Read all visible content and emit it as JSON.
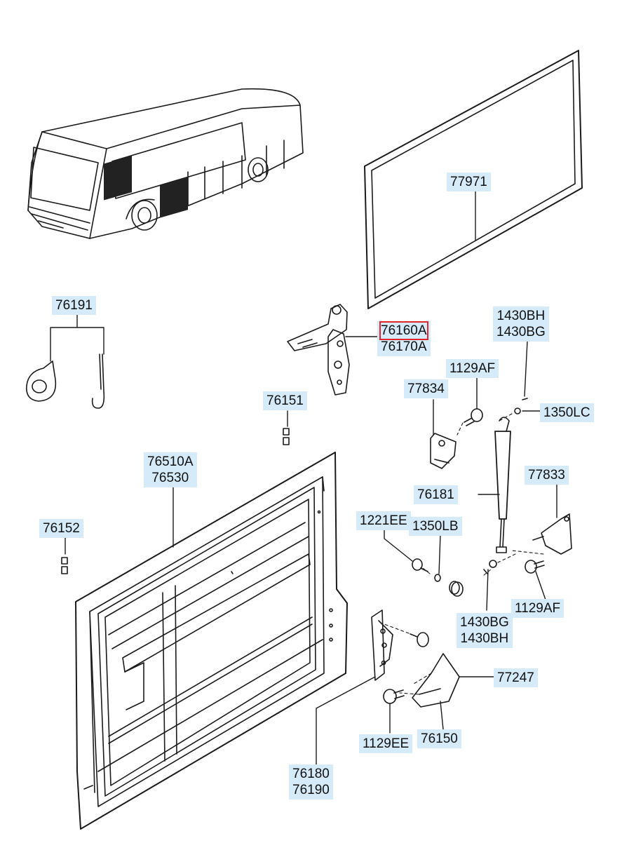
{
  "labels": {
    "p77971": "77971",
    "p76191": "76191",
    "p76160a": "76160A",
    "p76170a": "76170A",
    "p1430bh_top": "1430BH",
    "p1430bg_top": "1430BG",
    "p1129af_top": "1129AF",
    "p77834": "77834",
    "p76151": "76151",
    "p1350lc": "1350LC",
    "p76510a": "76510A",
    "p76530": "76530",
    "p77833": "77833",
    "p76181": "76181",
    "p76152": "76152",
    "p1221ee": "1221EE",
    "p1350lb": "1350LB",
    "p1129af_bottom": "1129AF",
    "p1430bg_bottom": "1430BG",
    "p1430bh_bottom": "1430BH",
    "p77247": "77247",
    "p76150": "76150",
    "p1129ee": "1129EE",
    "p76180": "76180",
    "p76190": "76190"
  },
  "colors": {
    "label_bg": "#d6ebf9",
    "highlight": "#e0262b",
    "line": "#1a1a1a"
  },
  "highlighted_part": "76160A"
}
